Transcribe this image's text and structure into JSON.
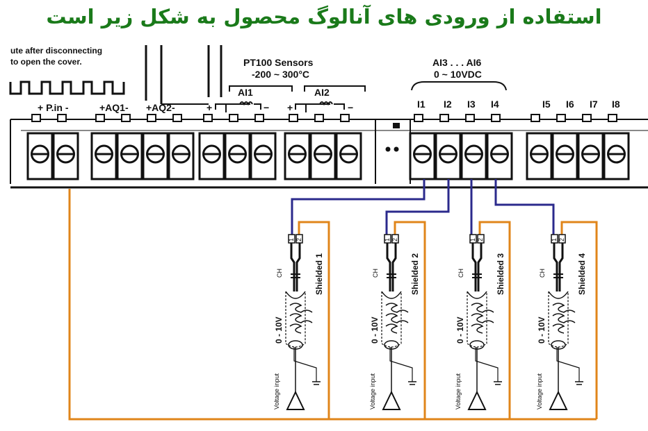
{
  "title": "استفاده از ورودی های آنالوگ محصول به شکل زیر است",
  "device": {
    "warning_line1": "ute after disconnecting",
    "warning_line2": "to open the cover.",
    "pt100_title": "PT100 Sensors",
    "pt100_range": "-200 ~ 300°C",
    "ai1": "AI1",
    "ai2": "AI2",
    "ai_group": "AI3 . . . AI6",
    "ai_range": "0 ~ 10VDC",
    "pin_power": "+ P.in -",
    "pin_aq1": "+AQ1-",
    "pin_aq2": "+AQ2-",
    "plus": "+",
    "minus": "−",
    "inputs": [
      "I1",
      "I2",
      "I3",
      "I4",
      "I5",
      "I6",
      "I7",
      "I8"
    ]
  },
  "sensors": [
    {
      "shield": "Shielded 1",
      "ch": "CH",
      "range": "0 - 10V",
      "source": "Voltage input",
      "pin_a": "1",
      "pin_b": "2"
    },
    {
      "shield": "Shielded 2",
      "ch": "CH",
      "range": "0 - 10V",
      "source": "Voltage input",
      "pin_a": "1",
      "pin_b": "2"
    },
    {
      "shield": "Shielded 3",
      "ch": "CH",
      "range": "0 - 10V",
      "source": "Voltage input",
      "pin_a": "1",
      "pin_b": "2"
    },
    {
      "shield": "Shielded 4",
      "ch": "CH",
      "range": "0 - 10V",
      "source": "Voltage input",
      "pin_a": "1",
      "pin_b": "2"
    }
  ],
  "colors": {
    "title": "#1a7a1a",
    "signal_wire": "#2b2a8c",
    "ground_wire": "#e0851a"
  }
}
